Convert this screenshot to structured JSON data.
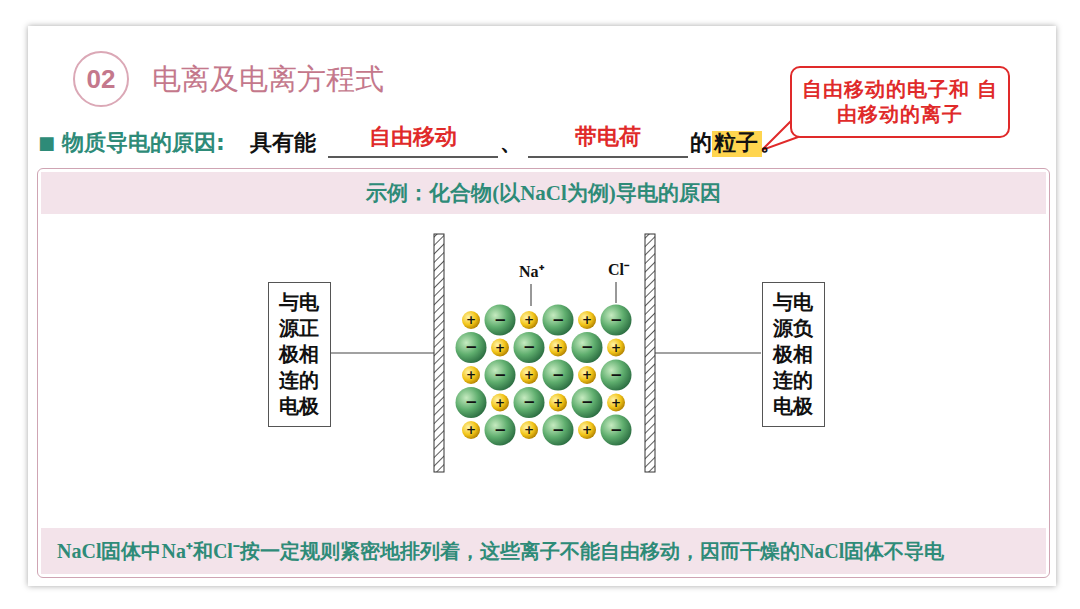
{
  "diagram": {
    "title": "电离及电离方程式",
    "nodes": [
      {
        "text": [
          "02"
        ]
      },
      {
        "text": [
          "自由移动的电子和 自由移动的离子"
        ]
      },
      {
        "text": [
          "示例：化合物(以NaCl为例)导电的原因",
          "NaCl固体中Na⁺和Cl⁻按一定规则紧密地排列着，这些离子不能自由移动，因而干燥的NaCl固体不导电"
        ]
      },
      {
        "text": [
          "与电源正极相连的电极"
        ],
        "in": 2
      },
      {
        "text": [
          "与电源负极相连的电极"
        ],
        "in": 2
      }
    ],
    "labels": [
      "■",
      "物质导电的原因:",
      "具有能",
      "自由移动",
      "、",
      "带电荷",
      "的",
      "粒子",
      "。",
      "Na⁺",
      "Cl⁻",
      "+",
      "−",
      "+",
      "−",
      "+",
      "−",
      "−",
      "+",
      "−",
      "+",
      "−",
      "+",
      "+",
      "−",
      "+",
      "−",
      "+",
      "−",
      "−",
      "+",
      "−",
      "+",
      "−",
      "+",
      "+",
      "−",
      "+",
      "−",
      "+",
      "−"
    ]
  }
}
